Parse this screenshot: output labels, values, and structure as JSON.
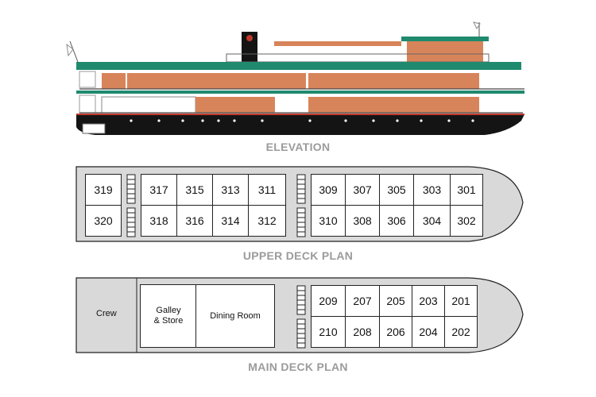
{
  "titles": {
    "elevation": "ELEVATION",
    "upper": "UPPER DECK PLAN",
    "main": "MAIN DECK PLAN"
  },
  "upper_deck": {
    "aft_top": [
      "319"
    ],
    "aft_bottom": [
      "320"
    ],
    "mid_top": [
      "317",
      "315",
      "313",
      "311"
    ],
    "mid_bottom": [
      "318",
      "316",
      "314",
      "312"
    ],
    "fwd_top": [
      "309",
      "307",
      "305",
      "303",
      "301"
    ],
    "fwd_bottom": [
      "310",
      "308",
      "306",
      "304",
      "302"
    ]
  },
  "main_deck": {
    "crew": "Crew",
    "galley": "Galley\n& Store",
    "dining": "Dining Room",
    "fwd_top": [
      "209",
      "207",
      "205",
      "203",
      "201"
    ],
    "fwd_bottom": [
      "210",
      "208",
      "206",
      "204",
      "202"
    ]
  },
  "colors": {
    "hull": "#141414",
    "waterline": "#c0392b",
    "roof_green": "#1f8a6e",
    "wood": "#d8845a",
    "deck_grey": "#d9d9d9",
    "title_grey": "#9b9b9b"
  }
}
